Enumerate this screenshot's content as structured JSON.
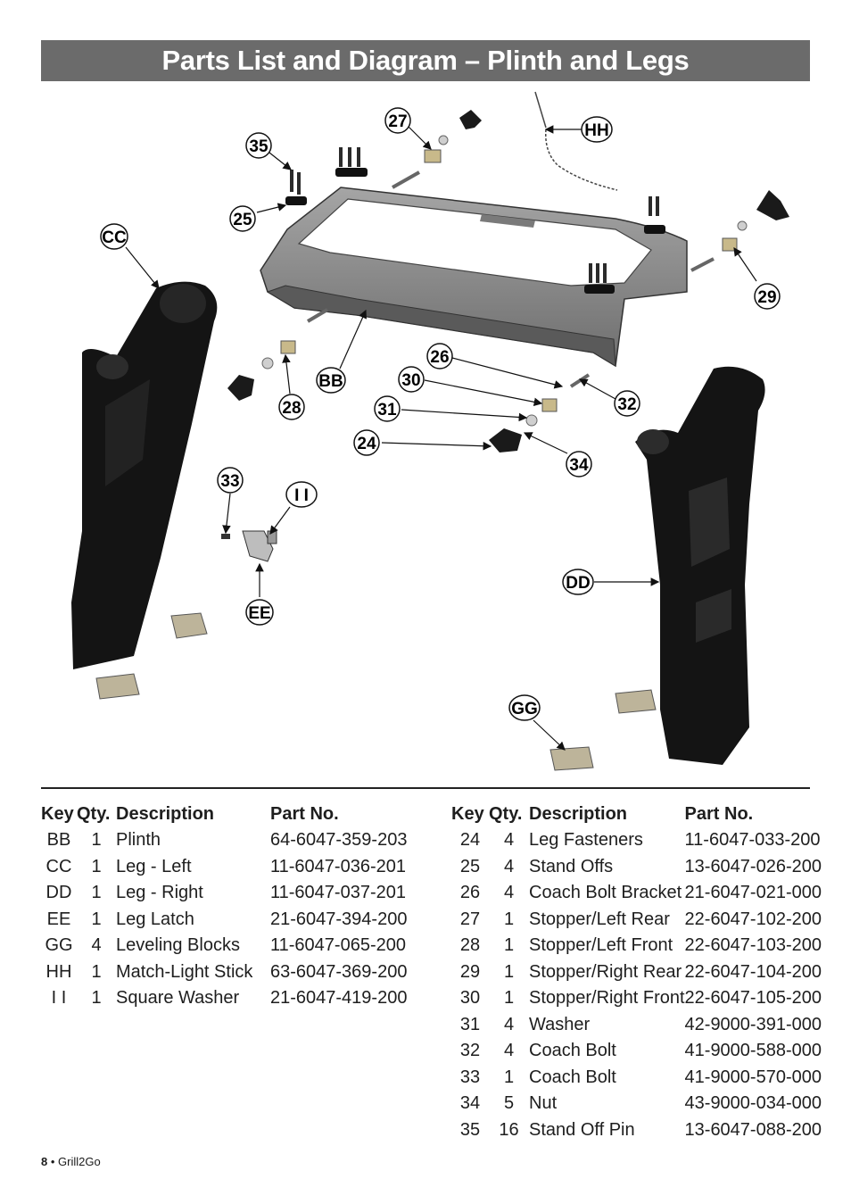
{
  "page_title": "Parts List and Diagram – Plinth and Legs",
  "callouts": [
    "27",
    "35",
    "HH",
    "25",
    "CC",
    "29",
    "BB",
    "28",
    "26",
    "30",
    "32",
    "31",
    "24",
    "34",
    "33",
    "I I",
    "DD",
    "EE",
    "GG"
  ],
  "table_headers": {
    "key": "Key",
    "qty": "Qty.",
    "description": "Description",
    "part_no": "Part No."
  },
  "parts_left": [
    {
      "key": "BB",
      "qty": "1",
      "description": "Plinth",
      "part_no": "64-6047-359-203"
    },
    {
      "key": "CC",
      "qty": "1",
      "description": "Leg - Left",
      "part_no": "11-6047-036-201"
    },
    {
      "key": "DD",
      "qty": "1",
      "description": "Leg - Right",
      "part_no": "11-6047-037-201"
    },
    {
      "key": "EE",
      "qty": "1",
      "description": "Leg Latch",
      "part_no": "21-6047-394-200"
    },
    {
      "key": "GG",
      "qty": "4",
      "description": "Leveling Blocks",
      "part_no": "11-6047-065-200"
    },
    {
      "key": "HH",
      "qty": "1",
      "description": "Match-Light Stick",
      "part_no": "63-6047-369-200"
    },
    {
      "key": "I I",
      "qty": "1",
      "description": "Square Washer",
      "part_no": "21-6047-419-200"
    }
  ],
  "parts_right": [
    {
      "key": "24",
      "qty": "4",
      "description": "Leg Fasteners",
      "part_no": "11-6047-033-200"
    },
    {
      "key": "25",
      "qty": "4",
      "description": "Stand Offs",
      "part_no": "13-6047-026-200"
    },
    {
      "key": "26",
      "qty": "4",
      "description": "Coach Bolt Bracket",
      "part_no": "21-6047-021-000"
    },
    {
      "key": "27",
      "qty": "1",
      "description": "Stopper/Left Rear",
      "part_no": "22-6047-102-200"
    },
    {
      "key": "28",
      "qty": "1",
      "description": "Stopper/Left Front",
      "part_no": "22-6047-103-200"
    },
    {
      "key": "29",
      "qty": "1",
      "description": "Stopper/Right Rear",
      "part_no": "22-6047-104-200"
    },
    {
      "key": "30",
      "qty": "1",
      "description": "Stopper/Right Front",
      "part_no": "22-6047-105-200"
    },
    {
      "key": "31",
      "qty": "4",
      "description": "Washer",
      "part_no": "42-9000-391-000"
    },
    {
      "key": "32",
      "qty": "4",
      "description": "Coach Bolt",
      "part_no": "41-9000-588-000"
    },
    {
      "key": "33",
      "qty": "1",
      "description": "Coach Bolt",
      "part_no": "41-9000-570-000"
    },
    {
      "key": "34",
      "qty": "5",
      "description": "Nut",
      "part_no": "43-9000-034-000"
    },
    {
      "key": "35",
      "qty": "16",
      "description": "Stand Off Pin",
      "part_no": "13-6047-088-200"
    }
  ],
  "footer": {
    "page_number": "8",
    "separator": "•",
    "product": "Grill2Go"
  },
  "colors": {
    "title_bar": "#6b6b6b",
    "title_text": "#ffffff",
    "leg": "#141414",
    "plinth": "#8a8a8a"
  }
}
